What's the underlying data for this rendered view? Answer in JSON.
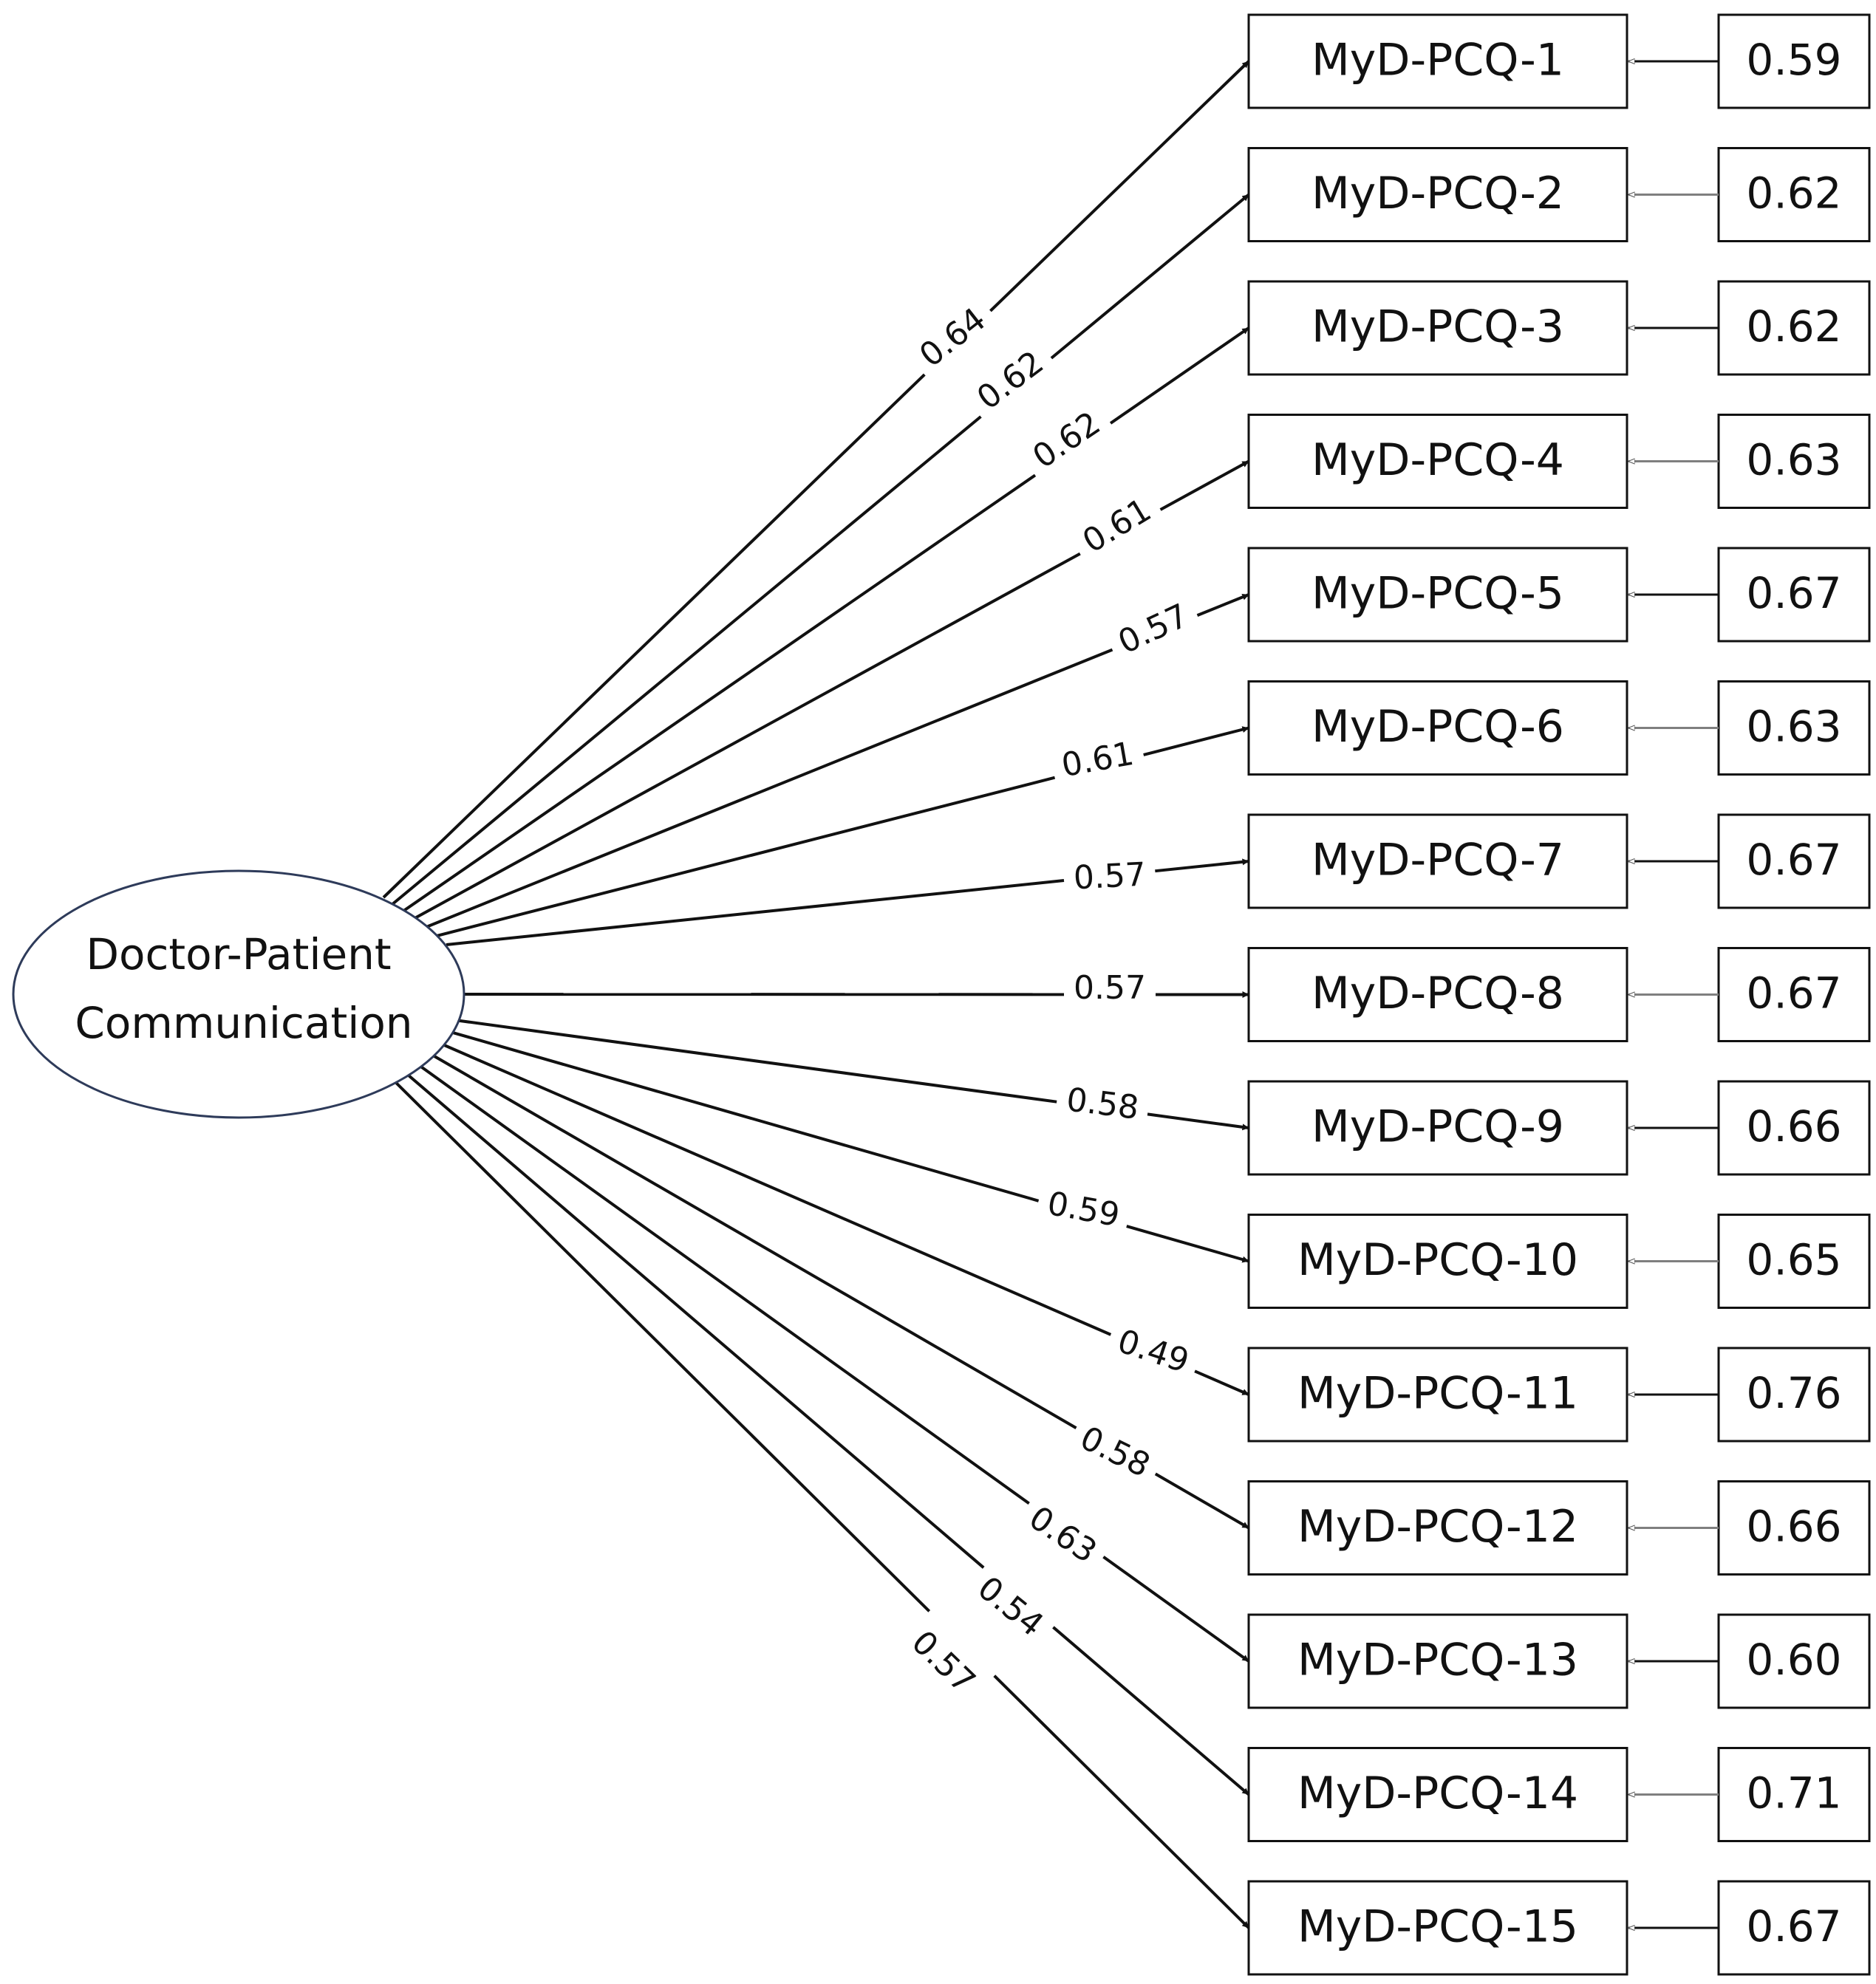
{
  "latent": {
    "label_line1": "Doctor-Patient",
    "label_line2": "Communication"
  },
  "items": [
    {
      "label": "MyD-PCQ-1",
      "loading": "0.64",
      "error": "0.59"
    },
    {
      "label": "MyD-PCQ-2",
      "loading": "0.62",
      "error": "0.62"
    },
    {
      "label": "MyD-PCQ-3",
      "loading": "0.62",
      "error": "0.62"
    },
    {
      "label": "MyD-PCQ-4",
      "loading": "0.61",
      "error": "0.63"
    },
    {
      "label": "MyD-PCQ-5",
      "loading": "0.57",
      "error": "0.67"
    },
    {
      "label": "MyD-PCQ-6",
      "loading": "0.61",
      "error": "0.63"
    },
    {
      "label": "MyD-PCQ-7",
      "loading": "0.57",
      "error": "0.67"
    },
    {
      "label": "MyD-PCQ-8",
      "loading": "0.57",
      "error": "0.67"
    },
    {
      "label": "MyD-PCQ-9",
      "loading": "0.58",
      "error": "0.66"
    },
    {
      "label": "MyD-PCQ-10",
      "loading": "0.59",
      "error": "0.65"
    },
    {
      "label": "MyD-PCQ-11",
      "loading": "0.49",
      "error": "0.76"
    },
    {
      "label": "MyD-PCQ-12",
      "loading": "0.58",
      "error": "0.66"
    },
    {
      "label": "MyD-PCQ-13",
      "loading": "0.63",
      "error": "0.60"
    },
    {
      "label": "MyD-PCQ-14",
      "loading": "0.54",
      "error": "0.71"
    },
    {
      "label": "MyD-PCQ-15",
      "loading": "0.57",
      "error": "0.67"
    }
  ],
  "colors": {
    "line": "#111111",
    "error_arrow": "#7f7f7f",
    "ellipse_stroke": "#2e3b5a"
  }
}
